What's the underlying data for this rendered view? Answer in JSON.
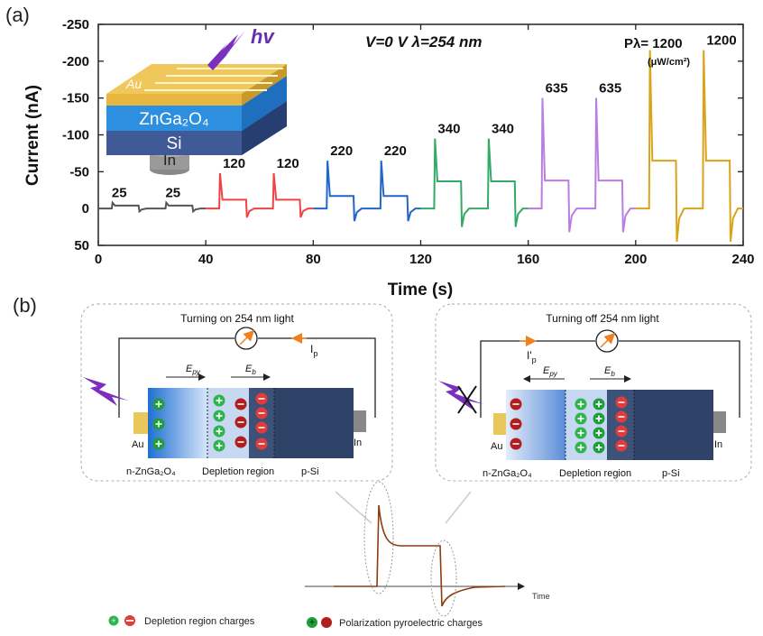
{
  "panel_a_label": "(a)",
  "panel_b_label": "(b)",
  "chart_data": {
    "type": "line",
    "xlabel": "Time (s)",
    "ylabel": "Current (nA)",
    "xlim": [
      0,
      240
    ],
    "ylim": [
      -250,
      50
    ],
    "y_inverted": true,
    "x_ticks": [
      0,
      40,
      80,
      120,
      160,
      200,
      240
    ],
    "y_ticks": [
      -250,
      -200,
      -150,
      -100,
      -50,
      0,
      50
    ],
    "annotations": {
      "condition": "V=0 V  λ=254 nm",
      "power_label": "Pλ= 1200",
      "power_unit": "(μW/cm²)",
      "light": "hv"
    },
    "device_layers": [
      "Au",
      "ZnGa₂O₄",
      "Si",
      "In"
    ],
    "series": [
      {
        "label": "25",
        "color": "#555555",
        "t_start": 0,
        "on_times": [
          5,
          25
        ],
        "peak": -8,
        "plateau": -4,
        "undershoot": 4,
        "peak_labels": [
          "25",
          "25"
        ]
      },
      {
        "label": "120",
        "color": "#ee4444",
        "t_start": 40,
        "on_times": [
          45,
          65
        ],
        "peak": -48,
        "plateau": -12,
        "undershoot": 12,
        "peak_labels": [
          "120",
          "120"
        ]
      },
      {
        "label": "220",
        "color": "#2266cc",
        "t_start": 80,
        "on_times": [
          85,
          105
        ],
        "peak": -65,
        "plateau": -17,
        "undershoot": 17,
        "peak_labels": [
          "220",
          "220"
        ]
      },
      {
        "label": "340",
        "color": "#33aa66",
        "t_start": 120,
        "on_times": [
          125,
          145
        ],
        "peak": -95,
        "plateau": -37,
        "undershoot": 25,
        "peak_labels": [
          "340",
          "340"
        ]
      },
      {
        "label": "635",
        "color": "#b87fe0",
        "t_start": 160,
        "on_times": [
          165,
          185
        ],
        "peak": -150,
        "plateau": -38,
        "undershoot": 32,
        "peak_labels": [
          "635",
          "635"
        ]
      },
      {
        "label": "1200",
        "color": "#d9a419",
        "t_start": 200,
        "on_times": [
          205,
          225
        ],
        "peak": -215,
        "plateau": -65,
        "undershoot": 45,
        "peak_labels": [
          "",
          "1200"
        ]
      }
    ]
  },
  "diagram": {
    "left_panel": {
      "title": "Turning on 254 nm light",
      "current_label": "I",
      "current_sub": "p",
      "field_py": "E",
      "field_py_sub": "py",
      "field_b": "E",
      "field_b_sub": "b",
      "electrode_left": "Au",
      "electrode_right": "In",
      "region_n": "n-ZnGa₂O₄",
      "region_depl": "Depletion region",
      "region_p": "p-Si"
    },
    "right_panel": {
      "title": "Turning off 254 nm light",
      "current_label": "I'",
      "current_sub": "p",
      "field_py": "E",
      "field_py_sub": "py",
      "field_b": "E",
      "field_b_sub": "b",
      "electrode_left": "Au",
      "electrode_right": "In",
      "region_n": "n-ZnGa₂O₄",
      "region_depl": "Depletion region",
      "region_p": "p-Si"
    },
    "time_axis_label": "Time",
    "legend": [
      {
        "text": "Depletion region charges"
      },
      {
        "text": "Polarization pyroelectric charges"
      }
    ]
  }
}
